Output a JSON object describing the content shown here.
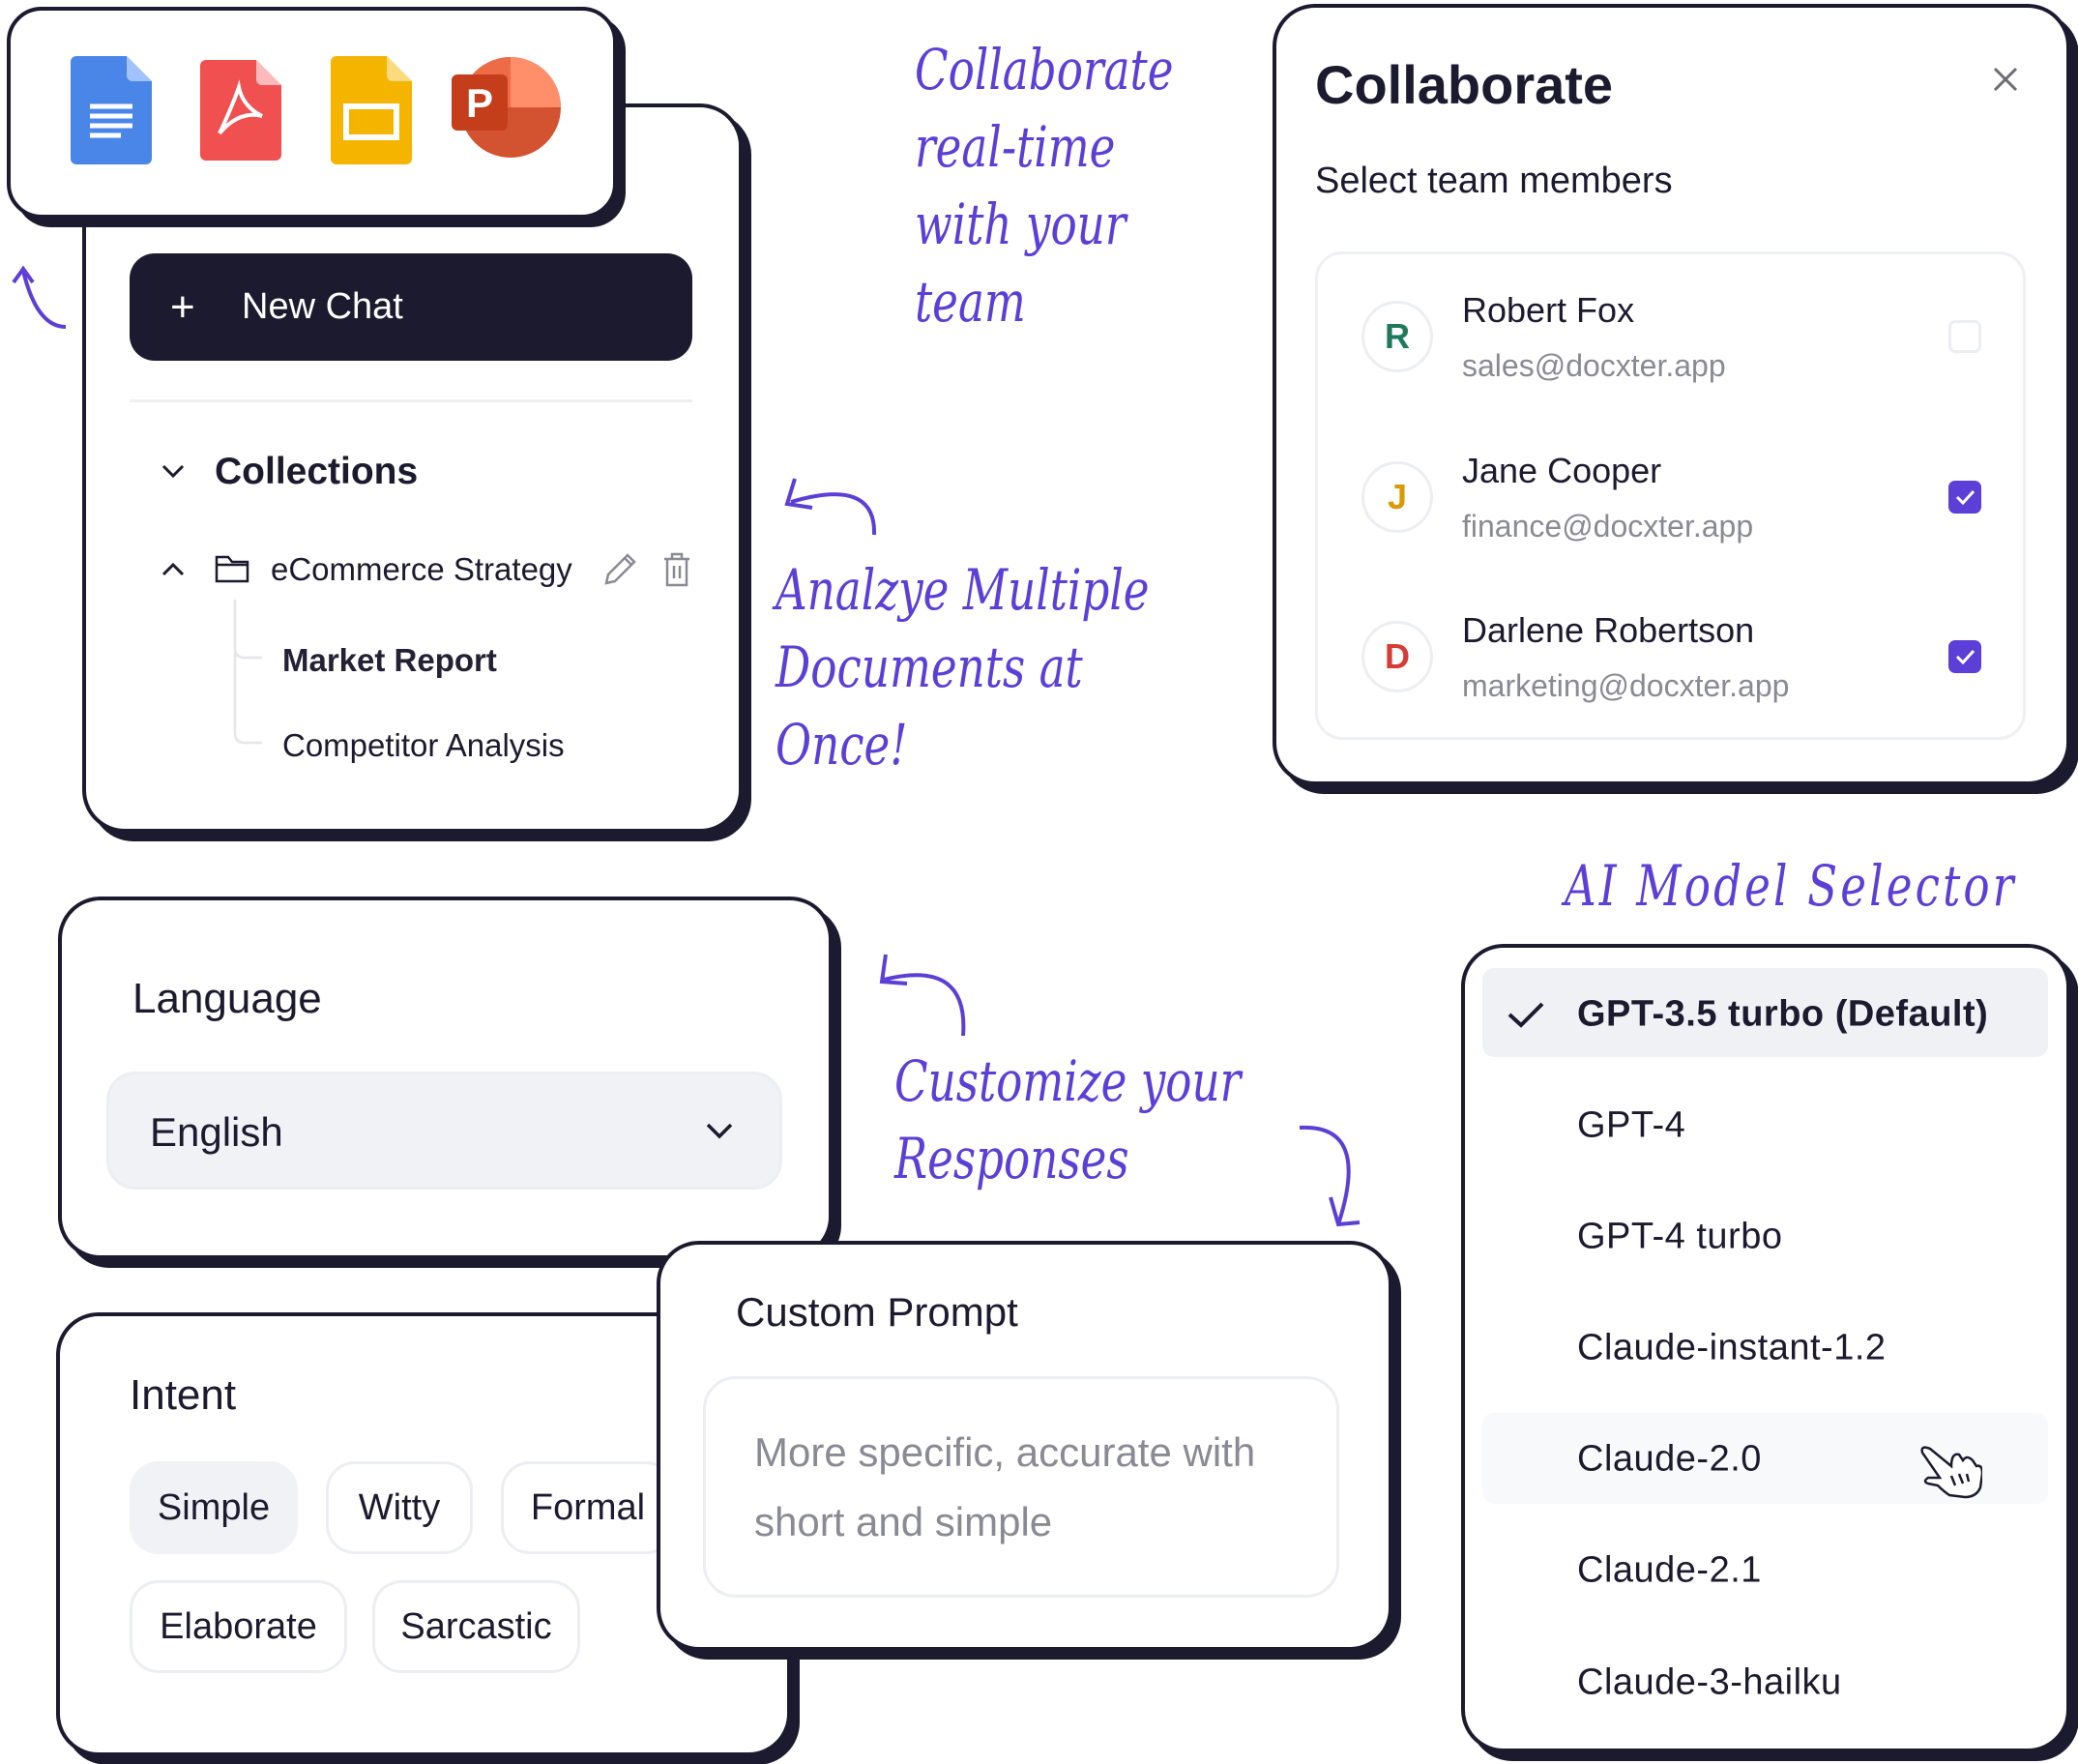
{
  "file_icons": [
    "google-docs-icon",
    "pdf-icon",
    "google-slides-icon",
    "powerpoint-icon"
  ],
  "sidebar": {
    "new_chat": "New Chat",
    "collections": "Collections",
    "folder": "eCommerce Strategy",
    "items": [
      "Market Report",
      "Competitor Analysis"
    ]
  },
  "annotations": {
    "collaborate": [
      "Collaborate",
      "real-time",
      "with your",
      "team"
    ],
    "analyze": [
      "Analzye Multiple",
      "Documents at",
      "Once!"
    ],
    "model_selector": "AI Model Selector",
    "customize": [
      "Customize your",
      "Responses"
    ]
  },
  "collaborate": {
    "title": "Collaborate",
    "subtitle": "Select team members",
    "members": [
      {
        "initial": "R",
        "name": "Robert Fox",
        "email": "sales@docxter.app",
        "checked": false,
        "color": "#1f7a5c"
      },
      {
        "initial": "J",
        "name": "Jane Cooper",
        "email": "finance@docxter.app",
        "checked": true,
        "color": "#d99a06"
      },
      {
        "initial": "D",
        "name": "Darlene Robertson",
        "email": "marketing@docxter.app",
        "checked": true,
        "color": "#d83a34"
      }
    ]
  },
  "language": {
    "title": "Language",
    "value": "English"
  },
  "intent": {
    "title": "Intent",
    "options": [
      "Simple",
      "Witty",
      "Formal",
      "Elaborate",
      "Sarcastic"
    ],
    "selected": "Simple"
  },
  "custom_prompt": {
    "title": "Custom Prompt",
    "placeholder_lines": [
      "More specific, accurate with",
      "short and simple"
    ]
  },
  "models": {
    "items": [
      "GPT-3.5 turbo (Default)",
      "GPT-4",
      "GPT-4 turbo",
      "Claude-instant-1.2",
      "Claude-2.0",
      "Claude-2.1",
      "Claude-3-hailku"
    ],
    "selected": "GPT-3.5 turbo (Default)",
    "hovered": "Claude-2.0"
  },
  "colors": {
    "accent": "#5b3fd6",
    "dark": "#1c1a2e"
  }
}
